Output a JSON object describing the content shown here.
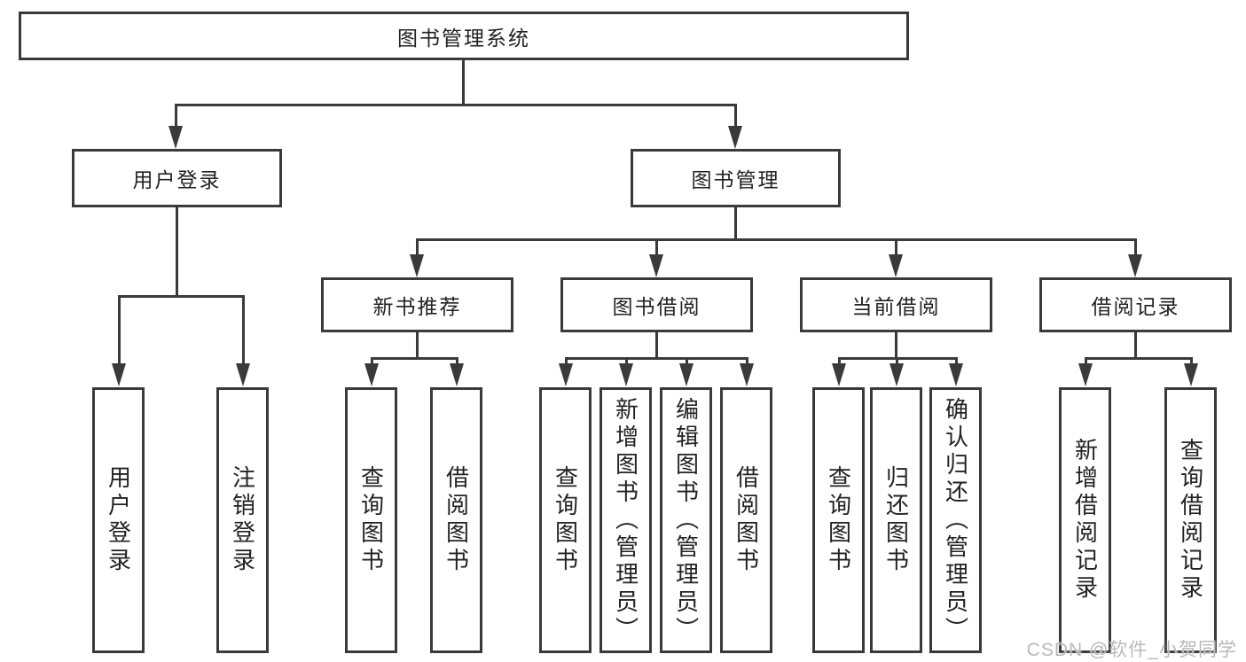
{
  "colors": {
    "line": "#3a3a3a",
    "text": "#222222",
    "background": "#ffffff",
    "watermark": "#b8b8b8"
  },
  "diagram": {
    "root": {
      "label": "图书管理系统"
    },
    "level2": [
      {
        "label": "用户登录",
        "children": [
          {
            "label": "用户登录"
          },
          {
            "label": "注销登录"
          }
        ]
      },
      {
        "label": "图书管理",
        "children": [
          {
            "label": "新书推荐",
            "children": [
              {
                "label": "查询图书"
              },
              {
                "label": "借阅图书"
              }
            ]
          },
          {
            "label": "图书借阅",
            "children": [
              {
                "label": "查询图书"
              },
              {
                "label": "新增图书（管理员）"
              },
              {
                "label": "编辑图书（管理员）"
              },
              {
                "label": "借阅图书"
              }
            ]
          },
          {
            "label": "当前借阅",
            "children": [
              {
                "label": "查询图书"
              },
              {
                "label": "归还图书"
              },
              {
                "label": "确认归还（管理员）"
              }
            ]
          },
          {
            "label": "借阅记录",
            "children": [
              {
                "label": "新增借阅记录"
              },
              {
                "label": "查询借阅记录"
              }
            ]
          }
        ]
      }
    ]
  },
  "watermark": {
    "text": "CSDN @软件_小贺同学"
  }
}
